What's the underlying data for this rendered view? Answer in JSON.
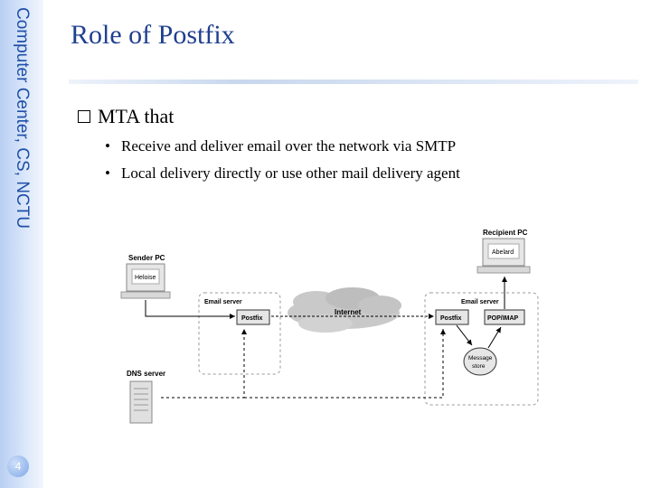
{
  "sidebar": {
    "text": "Computer Center, CS, NCTU",
    "page_number": "4"
  },
  "slide": {
    "title": "Role of Postfix",
    "bullet": "MTA that",
    "sub_bullets": [
      "Receive and deliver email over the network via SMTP",
      "Local delivery directly or use other mail delivery agent"
    ]
  },
  "diagram": {
    "sender_pc_label": "Sender PC",
    "sender_screen": "Heloise",
    "email_server_left": "Email server",
    "postfix_left": "Postfix",
    "internet": "Internet",
    "email_server_right": "Email server",
    "postfix_right": "Postfix",
    "pop_imap": "POP/IMAP",
    "message_store_line1": "Message",
    "message_store_line2": "store",
    "recipient_pc_label": "Recipient PC",
    "recipient_screen": "Abelard",
    "dns_server_label": "DNS server"
  }
}
